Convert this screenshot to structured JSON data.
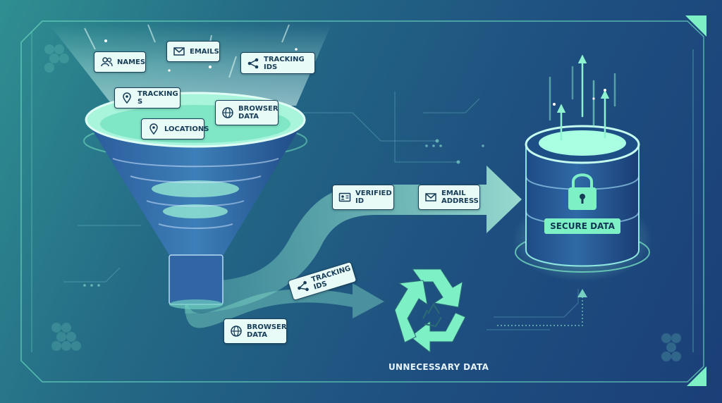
{
  "colors": {
    "mint": "#7ef0c6",
    "label_bg": "#e9fbf6",
    "label_border": "#16405c",
    "navy": "#173c58"
  },
  "inputs": {
    "names": {
      "text": "NAMES",
      "icon": "people-icon"
    },
    "emails": {
      "text": "EMAILS",
      "icon": "mail-icon"
    },
    "tracking_ids": {
      "text": "TRACKING IDS",
      "icon": "share-icon"
    },
    "tracking_s": {
      "text": "TRACKING S",
      "icon": "map-pin-icon"
    },
    "browser_data": {
      "text": "BROWSER DATA",
      "icon": "globe-icon"
    },
    "locations": {
      "text": "LOCATIONS",
      "icon": "map-pin-icon"
    }
  },
  "kept": {
    "verified_id": {
      "text": "VERIFIED ID",
      "icon": "id-card-icon"
    },
    "email_address": {
      "text": "EMAIL ADDRESS",
      "icon": "mail-icon"
    }
  },
  "discarded": {
    "tracking_ids": {
      "text": "TRACKING IDS",
      "icon": "share-icon"
    },
    "browser_data": {
      "text": "BROWSER DATA",
      "icon": "globe-icon"
    }
  },
  "secure_label": "SECURE DATA",
  "unnecessary_label": "UNNECESSARY DATA"
}
